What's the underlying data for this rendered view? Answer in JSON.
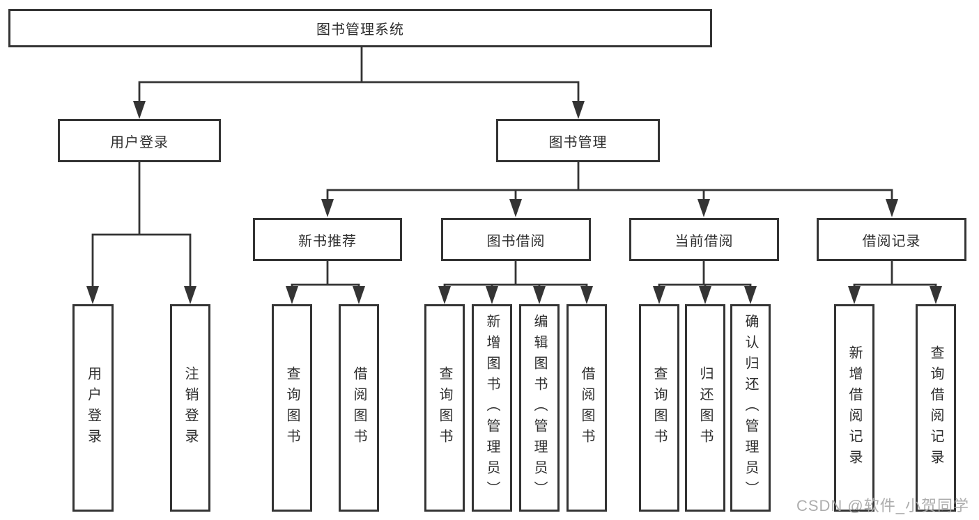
{
  "diagram": {
    "title": "图书管理系统",
    "nodes": {
      "root": "图书管理系统",
      "level2": [
        "用户登录",
        "图书管理"
      ],
      "level3": [
        "新书推荐",
        "图书借阅",
        "当前借阅",
        "借阅记录"
      ],
      "leaves_login": [
        "用户登录",
        "注销登录"
      ],
      "leaves_recommend": [
        "查询图书",
        "借阅图书"
      ],
      "leaves_borrow": [
        "查询图书",
        "新增图书（管理员）",
        "编辑图书（管理员）",
        "借阅图书"
      ],
      "leaves_current": [
        "查询图书",
        "归还图书",
        "确认归还（管理员）"
      ],
      "leaves_records": [
        "新增借阅记录",
        "查询借阅记录"
      ]
    },
    "colors": {
      "line": "#343434",
      "text": "#2e2e2e",
      "background": "#ffffff",
      "watermark": "#a5a5a5"
    }
  },
  "watermark": "CSDN @软件_小贺同学"
}
